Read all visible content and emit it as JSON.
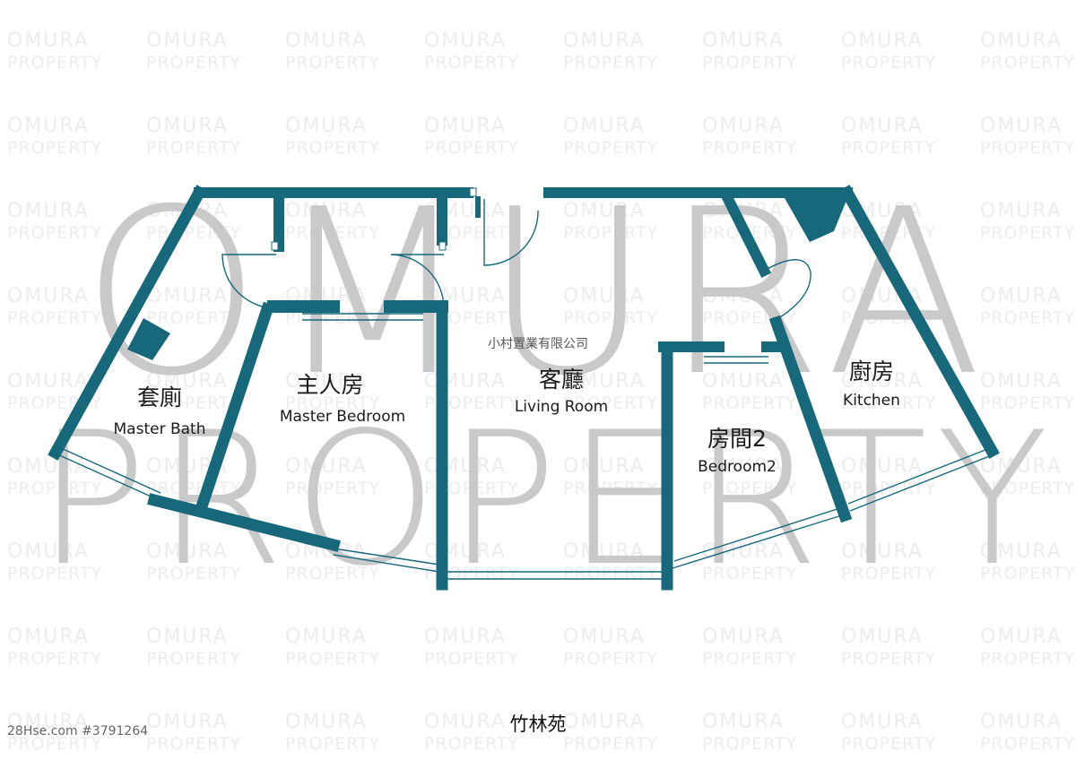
{
  "colors": {
    "wall": "#17687a",
    "watermark_small": "#ececec",
    "watermark_large": "#c9c9c9",
    "window_line": "#17687a"
  },
  "watermark": {
    "small_line1": "OMURA",
    "small_line2": "PROPERTY",
    "large_line1": "OMURA",
    "large_line2": "PROPERTY"
  },
  "agency_label": "小村置業有限公司",
  "rooms": [
    {
      "id": "master-bath",
      "zh": "套廁",
      "en": "Master Bath"
    },
    {
      "id": "master-bedroom",
      "zh": "主人房",
      "en": "Master Bedroom"
    },
    {
      "id": "living-room",
      "zh": "客廳",
      "en": "Living Room"
    },
    {
      "id": "bedroom2",
      "zh": "房間2",
      "en": "Bedroom2"
    },
    {
      "id": "kitchen",
      "zh": "廚房",
      "en": "Kitchen"
    }
  ],
  "estate_name": "竹林苑",
  "listing_id": "28Hse.com #3791264"
}
